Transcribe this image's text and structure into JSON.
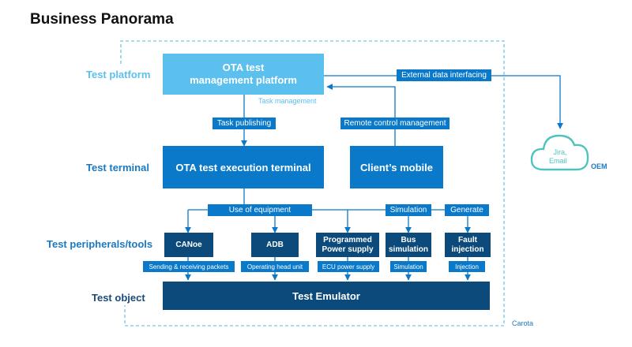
{
  "title": "Business Panorama",
  "colors": {
    "platform_light": "#5bc0ee",
    "primary_blue": "#0a79c9",
    "dark_blue": "#0b4a7a",
    "label_blue": "#1b79c2",
    "cloud_teal": "#4ec3c0",
    "dashed": "#74c3e8"
  },
  "rows": {
    "platform": "Test platform",
    "terminal": "Test terminal",
    "peripherals": "Test peripherals/tools",
    "object": "Test object"
  },
  "boxes": {
    "ota_platform_line1": "OTA test",
    "ota_platform_line2": "management platform",
    "execution_terminal": "OTA test execution terminal",
    "clients_mobile": "Client’s mobile",
    "canoe": "CANoe",
    "adb": "ADB",
    "power_line1": "Programmed",
    "power_line2": "Power supply",
    "bus_line1": "Bus",
    "bus_line2": "simulation",
    "fault_line1": "Fault",
    "fault_line2": "injection",
    "emulator": "Test Emulator"
  },
  "tags": {
    "external": "External data interfacing",
    "task_publishing": "Task publishing",
    "remote_control": "Remote control management",
    "use_of_equipment": "Use of equipment",
    "simulation": "Simulation",
    "generate": "Generate",
    "sending": "Sending & receiving packets",
    "operating": "Operating head unit",
    "ecu_power": "ECU power supply",
    "simulation_small": "Simulation",
    "injection": "Injection"
  },
  "annotations": {
    "task_management": "Task management",
    "oem": "OEM",
    "carota": "Carota"
  },
  "cloud": {
    "line1": "Jira,",
    "line2": "Email"
  },
  "icons": {
    "cloud": "cloud-icon"
  }
}
